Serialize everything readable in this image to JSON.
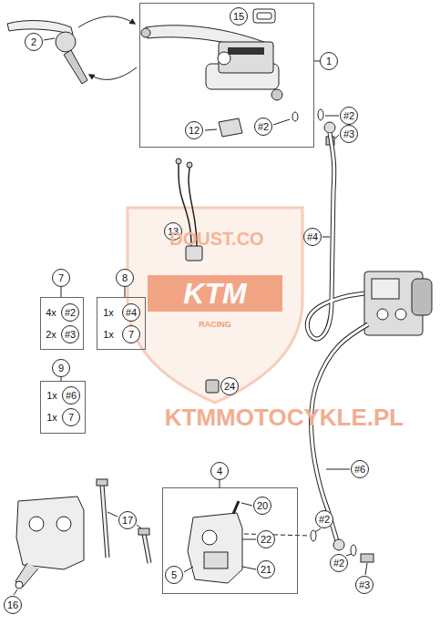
{
  "diagram": {
    "nodes": [
      {
        "text": [
          "1"
        ]
      },
      {
        "text": [
          "15"
        ],
        "in": 0
      },
      {
        "text": [
          "12"
        ],
        "in": 0
      },
      {
        "text": [
          "#2"
        ],
        "in": 0
      },
      {
        "text": [
          "2"
        ]
      },
      {
        "text": [
          "#2"
        ]
      },
      {
        "text": [
          "#3"
        ]
      },
      {
        "text": [
          "13"
        ]
      },
      {
        "text": [
          "#4"
        ]
      },
      {
        "text": [
          "7",
          "4x",
          "2x"
        ]
      },
      {
        "text": [
          "#2"
        ],
        "in": 9
      },
      {
        "text": [
          "#3"
        ],
        "in": 9
      },
      {
        "text": [
          "8",
          "1x",
          "1x"
        ]
      },
      {
        "text": [
          "#4"
        ],
        "in": 12
      },
      {
        "text": [
          "7"
        ],
        "in": 12
      },
      {
        "text": [
          "9",
          "1x",
          "1x"
        ]
      },
      {
        "text": [
          "#6"
        ],
        "in": 15
      },
      {
        "text": [
          "7"
        ],
        "in": 15
      },
      {
        "text": [
          "24"
        ]
      },
      {
        "text": [
          "4"
        ]
      },
      {
        "text": [
          "20"
        ],
        "in": 19
      },
      {
        "text": [
          "22"
        ],
        "in": 19
      },
      {
        "text": [
          "21"
        ],
        "in": 19
      },
      {
        "text": [
          "5"
        ],
        "in": 19
      },
      {
        "text": [
          "#6"
        ]
      },
      {
        "text": [
          "17"
        ]
      },
      {
        "text": [
          "#2"
        ]
      },
      {
        "text": [
          "#2"
        ]
      },
      {
        "text": [
          "16"
        ]
      },
      {
        "text": [
          "#3"
        ]
      }
    ],
    "labels": [
      "DOUST.CO",
      "KTM",
      "RACING",
      "KTMMOTOCYKLE.PL"
    ]
  }
}
